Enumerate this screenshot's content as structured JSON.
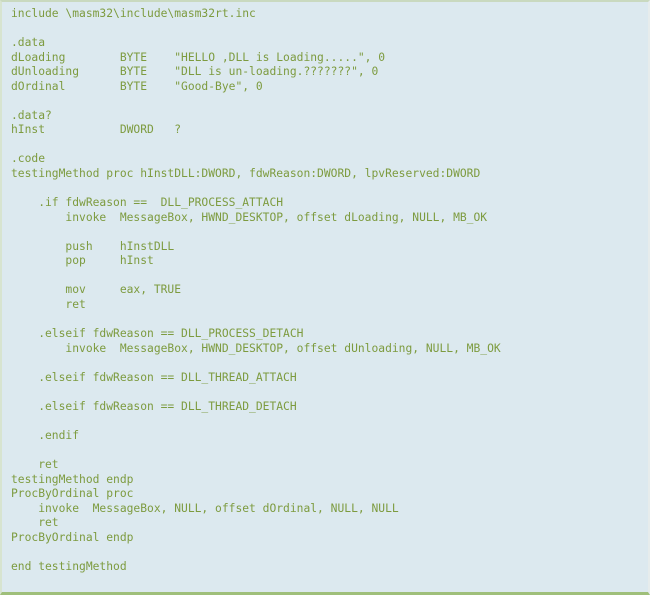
{
  "panel": {
    "title": "masm32-dll-source-listing",
    "background_color": "#dce9ef",
    "text_color": "#7d9b3f",
    "bottom_border_color": "#9fbf7a",
    "top_border_color": "#c9d9bf"
  },
  "code": {
    "language": "masm32-assembly",
    "lines": [
      "include \\masm32\\include\\masm32rt.inc",
      "",
      ".data",
      "dLoading        BYTE    \"HELLO ,DLL is Loading.....\", 0",
      "dUnloading      BYTE    \"DLL is un-loading.???????\", 0",
      "dOrdinal        BYTE    \"Good-Bye\", 0",
      "",
      ".data?",
      "hInst           DWORD   ?",
      "",
      ".code",
      "testingMethod proc hInstDLL:DWORD, fdwReason:DWORD, lpvReserved:DWORD",
      "",
      "    .if fdwReason ==  DLL_PROCESS_ATTACH",
      "        invoke  MessageBox, HWND_DESKTOP, offset dLoading, NULL, MB_OK",
      "",
      "        push    hInstDLL",
      "        pop     hInst",
      "",
      "        mov     eax, TRUE",
      "        ret",
      "",
      "    .elseif fdwReason == DLL_PROCESS_DETACH",
      "        invoke  MessageBox, HWND_DESKTOP, offset dUnloading, NULL, MB_OK",
      "",
      "    .elseif fdwReason == DLL_THREAD_ATTACH",
      "",
      "    .elseif fdwReason == DLL_THREAD_DETACH",
      "",
      "    .endif",
      "",
      "    ret",
      "testingMethod endp",
      "ProcByOrdinal proc",
      "    invoke  MessageBox, NULL, offset dOrdinal, NULL, NULL",
      "    ret",
      "ProcByOrdinal endp",
      "",
      "end testingMethod"
    ]
  }
}
